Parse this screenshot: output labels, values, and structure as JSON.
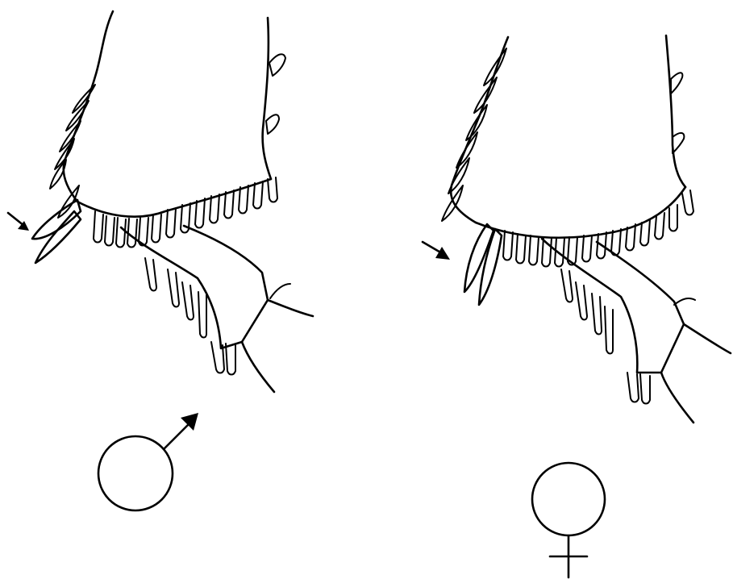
{
  "figure": {
    "colors": {
      "ink": "#000000",
      "background": "#ffffff"
    },
    "panels": [
      {
        "id": "male",
        "symbol": "male-symbol",
        "arrow": "pointer-arrow"
      },
      {
        "id": "female",
        "symbol": "female-symbol",
        "arrow": "pointer-arrow"
      }
    ]
  }
}
